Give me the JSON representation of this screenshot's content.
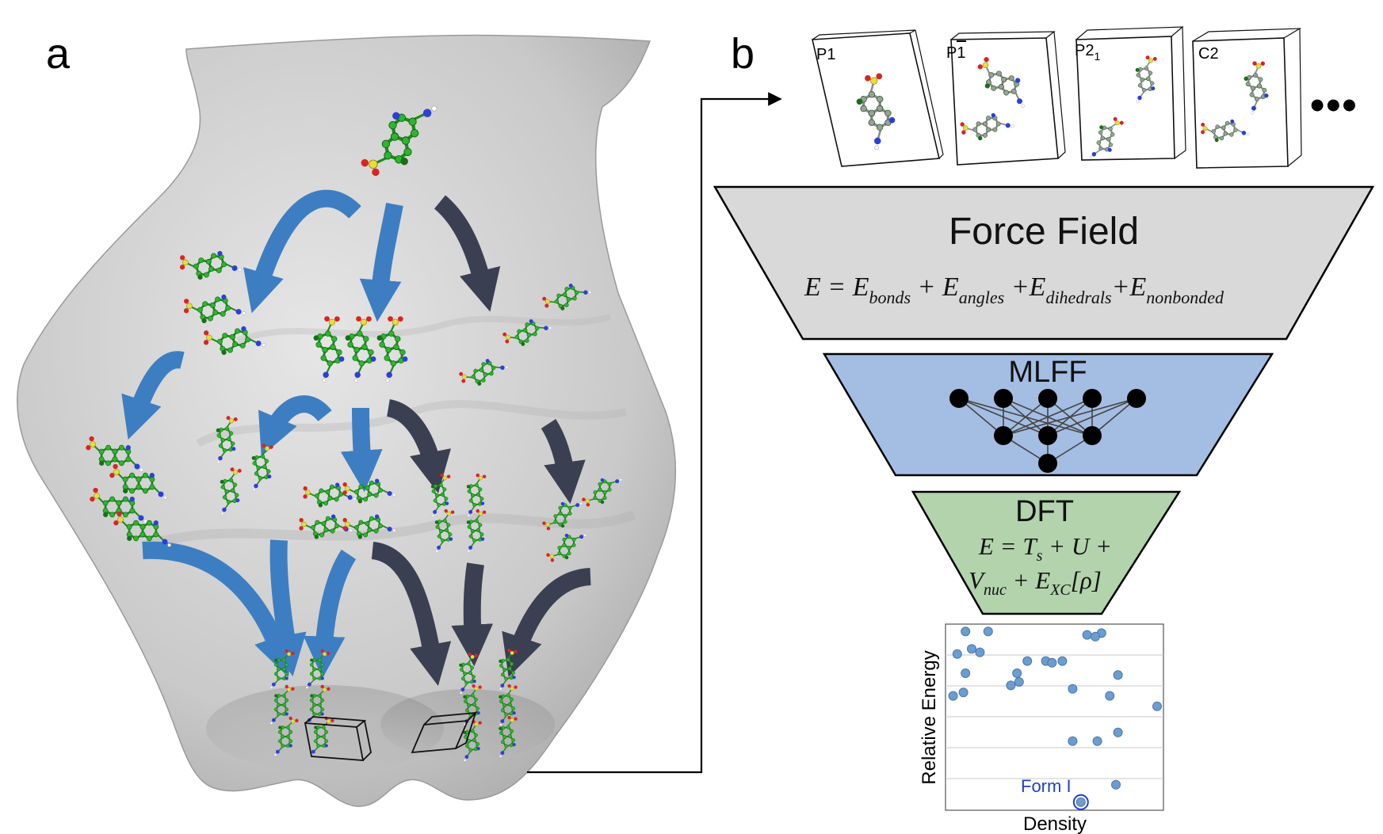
{
  "panels": {
    "a": "a",
    "b": "b"
  },
  "space_groups": [
    "P1",
    "P1",
    "P2",
    "C2"
  ],
  "space_group_subscript": "1",
  "more_indicator": "•••",
  "force_field": {
    "title": "Force Field",
    "equation": {
      "lhs": "E = E",
      "t1": "bonds",
      "p1": " + E",
      "t2": "angles",
      "p2": " +E",
      "t3": "dihedrals",
      "p3": "+E",
      "t4": "nonbonded"
    }
  },
  "mlff": {
    "title": "MLFF"
  },
  "dft": {
    "title": "DFT",
    "line1_a": "E = T",
    "line1_sub": "s",
    "line1_b": " + U +",
    "line2_a": "V",
    "line2_sub1": "nuc",
    "line2_b": " + E",
    "line2_sub2": "XC",
    "line2_c": "[ρ]"
  },
  "chart_data": {
    "type": "scatter",
    "xlabel": "Density",
    "ylabel": "Relative Energy",
    "xlim": [
      0,
      100
    ],
    "ylim": [
      0,
      100
    ],
    "grid": true,
    "annotation": "Form I",
    "highlight_point": {
      "x": 63,
      "y": 1
    },
    "points": [
      {
        "x": 7,
        "y": 99
      },
      {
        "x": 18,
        "y": 99
      },
      {
        "x": 66,
        "y": 97
      },
      {
        "x": 73,
        "y": 98
      },
      {
        "x": 70,
        "y": 96
      },
      {
        "x": 3,
        "y": 86
      },
      {
        "x": 10,
        "y": 89
      },
      {
        "x": 14,
        "y": 87
      },
      {
        "x": 37,
        "y": 82
      },
      {
        "x": 46,
        "y": 82
      },
      {
        "x": 49,
        "y": 81
      },
      {
        "x": 54,
        "y": 82
      },
      {
        "x": 7,
        "y": 75
      },
      {
        "x": 32,
        "y": 75
      },
      {
        "x": 29,
        "y": 68
      },
      {
        "x": 33,
        "y": 70
      },
      {
        "x": 59,
        "y": 66
      },
      {
        "x": 81,
        "y": 74
      },
      {
        "x": 1,
        "y": 62
      },
      {
        "x": 6,
        "y": 64
      },
      {
        "x": 77,
        "y": 62
      },
      {
        "x": 100,
        "y": 56
      },
      {
        "x": 59,
        "y": 36
      },
      {
        "x": 71,
        "y": 36
      },
      {
        "x": 81,
        "y": 41
      },
      {
        "x": 80,
        "y": 11
      },
      {
        "x": 63,
        "y": 1
      }
    ]
  },
  "colors": {
    "ff_fill": "#d9d9d9",
    "mlff_fill": "#a4bde3",
    "dft_fill": "#b2d3ac",
    "blue_arrow": "#3d7ec2",
    "dark_arrow": "#3b3f52",
    "point": "#6d9ccf",
    "form_label": "#1f3fd1",
    "carbon": "#2db52d",
    "oxygen": "#d92424",
    "nitrogen": "#2c3fd6",
    "sulfur": "#e6df3a"
  }
}
